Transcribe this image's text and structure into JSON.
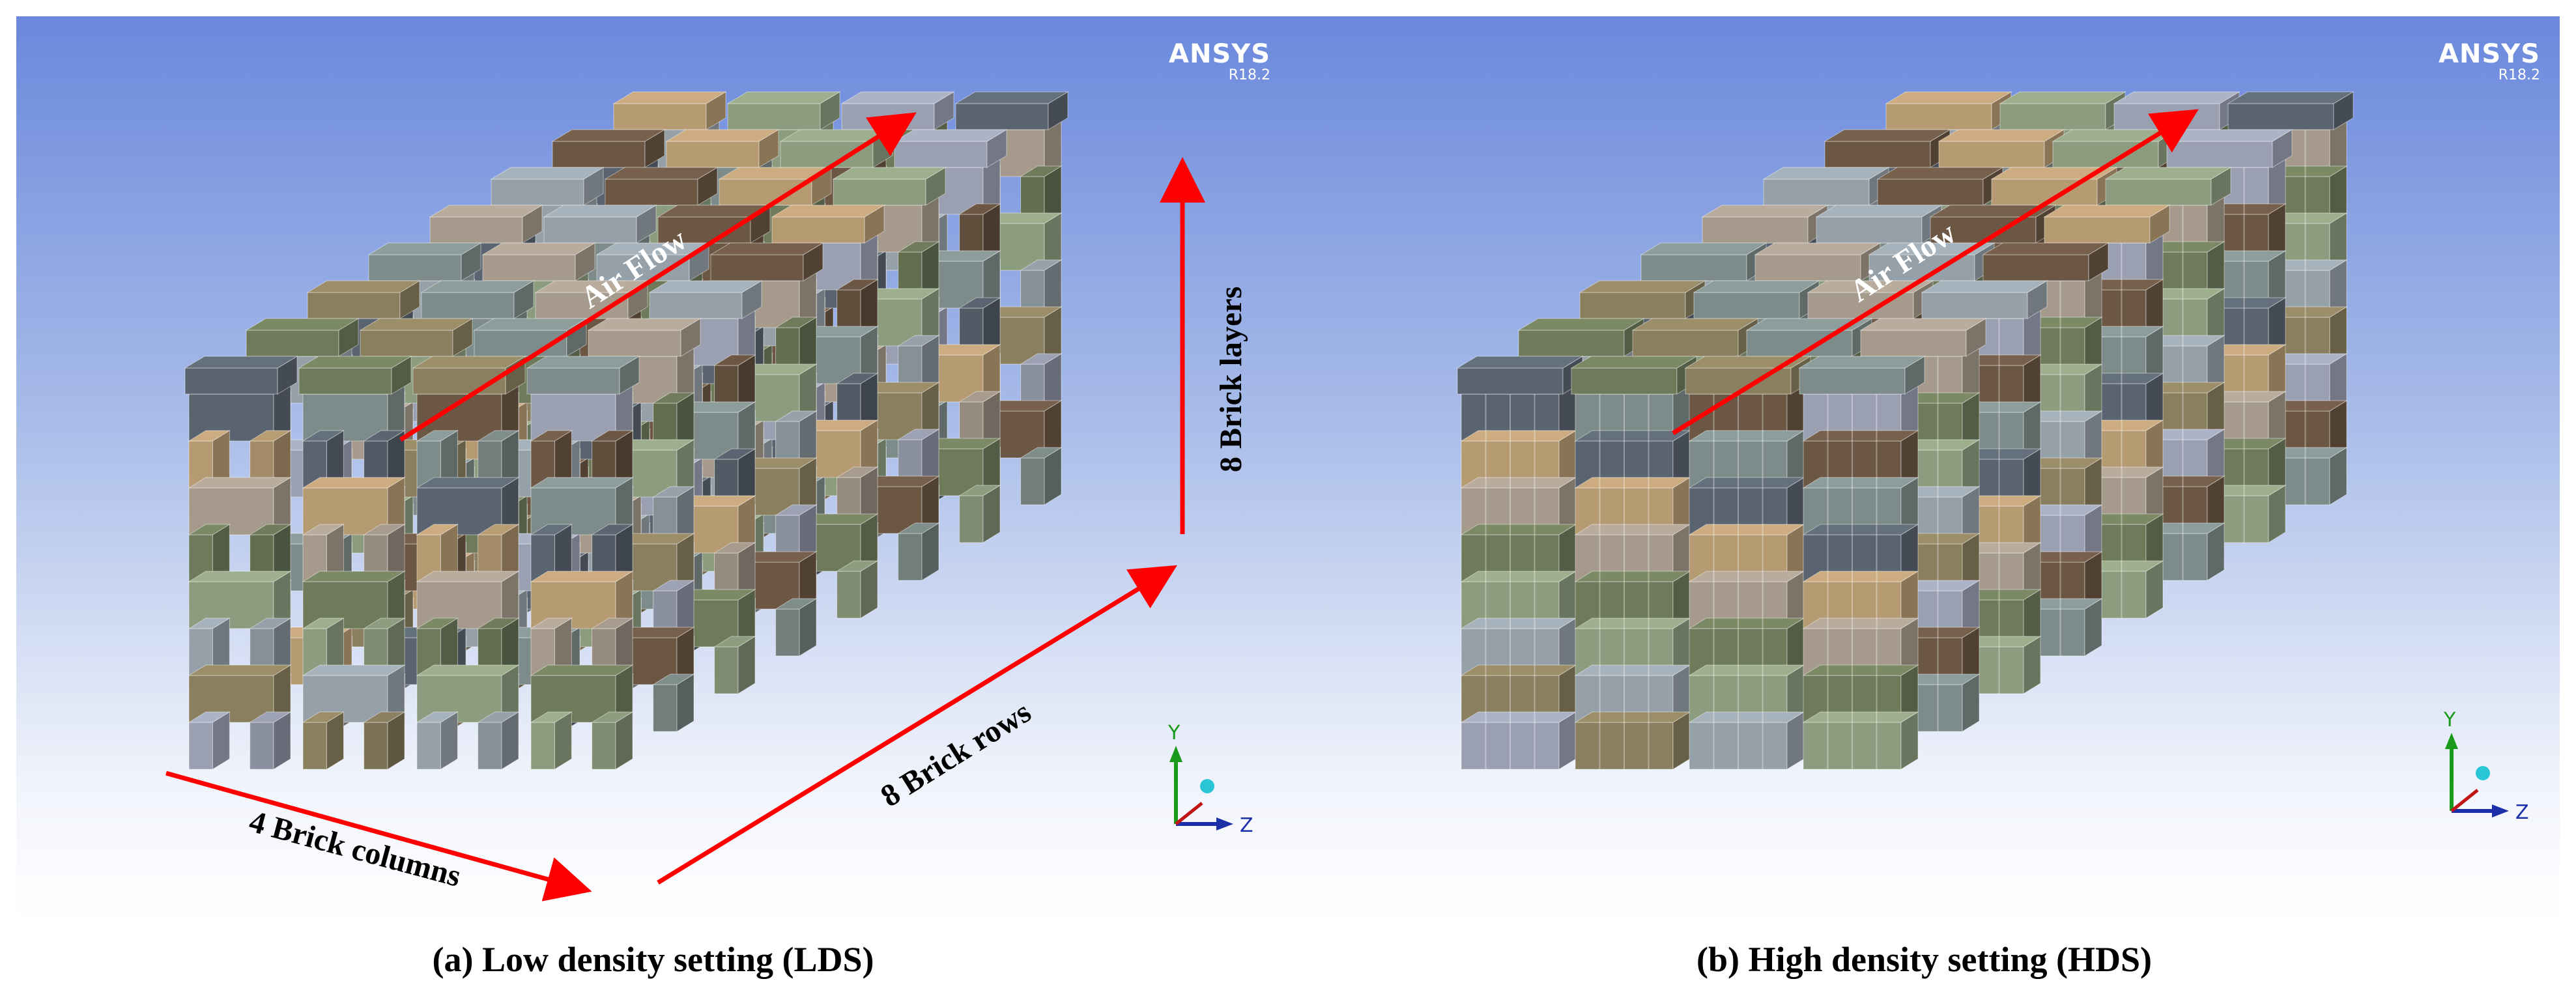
{
  "panels": [
    {
      "id": "a",
      "brand": "ANSYS",
      "version": "R18.2",
      "caption": "(a) Low density setting (LDS)",
      "labels": {
        "airflow": "Air Flow",
        "columns": "4 Brick columns",
        "rows": "8 Brick rows",
        "layers": "8 Brick layers"
      },
      "layout": {
        "columns": 4,
        "rows": 8,
        "layers": 8,
        "density": "low"
      },
      "axes": {
        "y": "Y",
        "z": "Z"
      }
    },
    {
      "id": "b",
      "brand": "ANSYS",
      "version": "R18.2",
      "caption": "(b) High density setting (HDS)",
      "labels": {
        "airflow": "Air Flow"
      },
      "layout": {
        "columns": 4,
        "rows": 8,
        "layers": 8,
        "density": "high"
      },
      "axes": {
        "y": "Y",
        "z": "Z"
      }
    }
  ],
  "colors": {
    "background_top": "#6a88dc",
    "background_bottom": "#ffffff",
    "arrow": "#ff0000",
    "axis_y": "#1a9a1a",
    "axis_z": "#1a2fa8",
    "axis_x": "#c01515",
    "brick_palette": [
      "#5a6470",
      "#6e7a5a",
      "#8a7f5e",
      "#7d8c8a",
      "#a59a8c",
      "#95a0a8",
      "#6b5744",
      "#b69a72",
      "#8c9c7e",
      "#9aa0b2"
    ]
  }
}
